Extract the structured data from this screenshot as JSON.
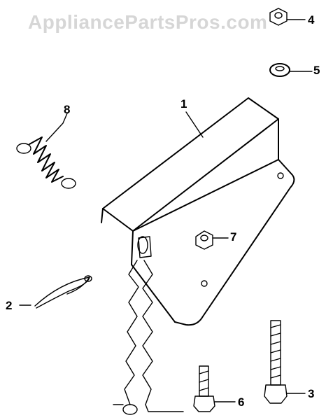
{
  "watermark": "AppliancePartsPros.com",
  "parts": [
    {
      "id": "part-1",
      "label": "1",
      "name": "bracket"
    },
    {
      "id": "part-2",
      "label": "2",
      "name": "hitch-pin-clip"
    },
    {
      "id": "part-3",
      "label": "3",
      "name": "long-bolt"
    },
    {
      "id": "part-4",
      "label": "4",
      "name": "nut"
    },
    {
      "id": "part-5",
      "label": "5",
      "name": "lock-washer"
    },
    {
      "id": "part-6",
      "label": "6",
      "name": "short-bolt"
    },
    {
      "id": "part-7",
      "label": "7",
      "name": "nut"
    },
    {
      "id": "part-8",
      "label": "8",
      "name": "extension-spring"
    }
  ]
}
